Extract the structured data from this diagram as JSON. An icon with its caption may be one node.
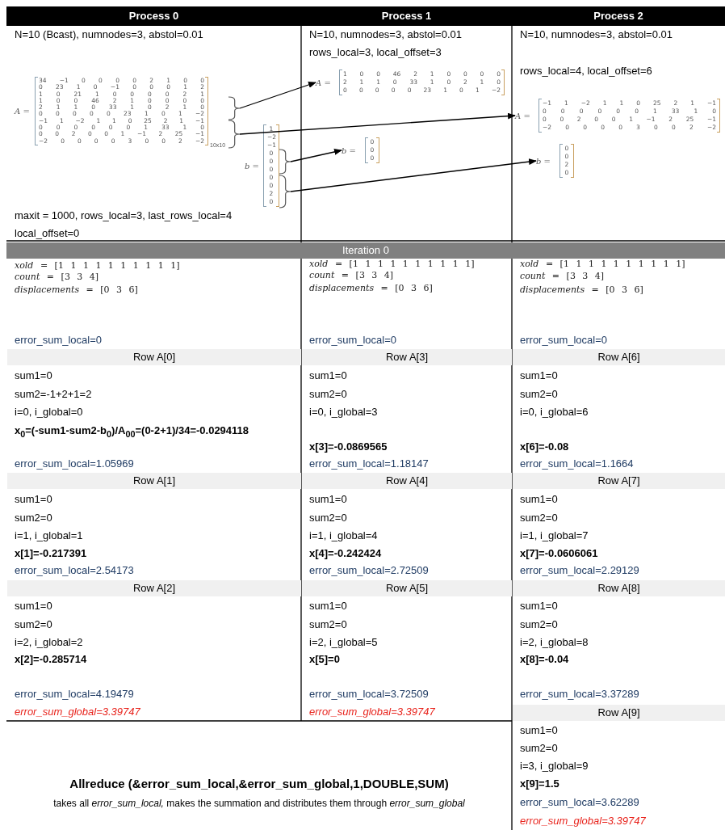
{
  "diagram": {
    "nodes": [
      {
        "text": [
          "A =",
          "34 −1 0 0 0 0 2 1 0 0",
          "0 23 1 0 −1 0 0 0 1 2",
          "1 0 21 1 0 0 0 0 2 1",
          "1 0 0 46 2 1 0 0 0 0",
          "2 1 1 0 33 1 0 2 1 0",
          "0 0 0 0 0 23 1 0 1 −2",
          "−1 1 −2 1 1 0 25 2 1 −1",
          "0 0 0 0 0 0 1 33 1 0",
          "0 0 2 0 0 1 −1 2 25 −1",
          "−2 0 0 0 0 3 0 0 2 −2",
          "10x10"
        ]
      },
      {
        "text": [],
        "shape": "bracket"
      },
      {
        "text": [],
        "shape": "bracket"
      },
      {
        "text": [
          "b =",
          "1",
          "−2",
          "−1",
          "0",
          "0",
          "0",
          "0",
          "0",
          "2",
          "0"
        ]
      },
      {
        "text": [],
        "shape": "bracket"
      },
      {
        "text": [],
        "shape": "bracket"
      },
      {
        "text": [
          "A =",
          "1 0 0 46 2 1 0 0 0 0",
          "2 1 1 0 33 1 0 2 1 0",
          "0 0 0 0 0 23 1 0 1 −2"
        ]
      },
      {
        "text": [
          "b =",
          "0",
          "0",
          "0"
        ]
      },
      {
        "text": [
          "A =",
          "−1 1 −2 1 1 0 25 2 1 −1",
          "0 0 0 0 0 0 1 33 1 0",
          "0 0 2 0 0 1 −1 2 25 −1",
          "−2 0 0 0 0 3 0 0 2 −2"
        ]
      },
      {
        "text": [
          "b =",
          "0",
          "0",
          "2",
          "0"
        ]
      }
    ],
    "edges": [
      {
        "from": 1,
        "to": 6,
        "arrow": "to"
      },
      {
        "from": 2,
        "to": 8,
        "arrow": "to"
      },
      {
        "from": 4,
        "to": 7,
        "arrow": "to"
      },
      {
        "from": 5,
        "to": 9,
        "arrow": "to"
      }
    ],
    "labels": [
      "Process 0",
      "Process 1",
      "Process 2",
      "N=10 (Bcast), numnodes=3, abstol=0.01",
      "maxit = 1000, rows_local=3, last_rows_local=4",
      "local_offset=0",
      "N=10, numnodes=3, abstol=0.01",
      "rows_local=3, local_offset=3",
      "N=10, numnodes=3, abstol=0.01",
      "rows_local=4, local_offset=6",
      "Iteration 0",
      "*xold* = [1 1 1 1 1 1 1 1 1 1]",
      "*count* = [3 3 4]",
      "*displacements* = [0 3 6]",
      "*xold* = [1 1 1 1 1 1 1 1 1 1]",
      "*count* = [3 3 4]",
      "*displacements* = [0 3 6]",
      "*xold* = [1 1 1 1 1 1 1 1 1 1]",
      "*count* = [3 3 4]",
      "*displacements* = [0 3 6]",
      "error_sum_local=0",
      "error_sum_local=0",
      "error_sum_local=0",
      "Row A[0]",
      "Row A[3]",
      "Row A[6]",
      "sum1=0",
      "sum2=-1+2+1=2",
      "i=0, i_global=0",
      "x$_{0}$=(-sum1-sum2-b$_{0}$)/A$_{00}$=(0-2+1)/34=-0.0294118",
      "error_sum_local=1.05969",
      "sum1=0",
      "sum2=0",
      "i=0, i_global=3",
      "x[3]=-0.0869565",
      "error_sum_local=1.18147",
      "sum1=0",
      "sum2=0",
      "i=0, i_global=6",
      "x[6]=-0.08",
      "error_sum_local=1.1664",
      "Row A[1]",
      "Row A[4]",
      "Row A[7]",
      "sum1=0",
      "sum2=0",
      "i=1, i_global=1",
      "x[1]=-0.217391",
      "error_sum_local=2.54173",
      "sum1=0",
      "sum2=0",
      "i=1, i_global=4",
      "x[4]=-0.242424",
      "error_sum_local=2.72509",
      "sum1=0",
      "sum2=0",
      "i=1, i_global=7",
      "x[7]=-0.0606061",
      "error_sum_local=2.29129",
      "Row A[2]",
      "Row A[5]",
      "Row A[8]",
      "sum1=0",
      "sum2=0",
      "i=2, i_global=2",
      "x[2]=-0.285714",
      "error_sum_local=4.19479",
      "error_sum_global=3.39747",
      "sum1=0",
      "sum2=0",
      "i=2, i_global=5",
      "x[5]=0",
      "error_sum_local=3.72509",
      "error_sum_global=3.39747",
      "sum1=0",
      "sum2=0",
      "i=2, i_global=8",
      "x[8]=-0.04",
      "error_sum_local=3.37289",
      "Row A[9]",
      "sum1=0",
      "sum2=0",
      "i=3, i_global=9",
      "x[9]=1.5",
      "error_sum_local=3.62289",
      "error_sum_global=3.39747",
      "Allreduce (&error_sum_local,&error_sum_global,1,DOUBLE,SUM)",
      "takes all *error_sum_local,* makes the summation and distributes them through *error_sum_global*"
    ]
  }
}
